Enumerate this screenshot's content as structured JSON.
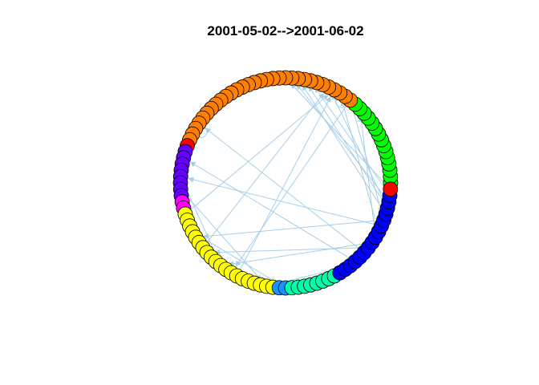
{
  "title": "2001-05-02-->2001-06-02",
  "graph": {
    "layout": "circle",
    "node_count": 104,
    "edge_color": "#a6cee8",
    "groups": [
      {
        "color": "#ff0000",
        "count": 1
      },
      {
        "color": "#0000ff",
        "count": 16
      },
      {
        "color": "#00ffa8",
        "count": 8
      },
      {
        "color": "#1e90ff",
        "count": 2
      },
      {
        "color": "#ffff00",
        "count": 20
      },
      {
        "color": "#ff00ff",
        "count": 2
      },
      {
        "color": "#6600ff",
        "count": 8
      },
      {
        "color": "#ff0000",
        "count": 1
      },
      {
        "color": "#ff7f00",
        "count": 31
      },
      {
        "color": "#00ff00",
        "count": 15
      }
    ],
    "edges": [
      [
        3,
        84
      ],
      [
        0,
        77
      ],
      [
        1,
        81
      ],
      [
        3,
        80
      ],
      [
        4,
        79
      ],
      [
        6,
        52
      ],
      [
        8,
        90
      ],
      [
        9,
        36
      ],
      [
        11,
        61
      ],
      [
        10,
        39
      ],
      [
        25,
        43
      ],
      [
        5,
        42
      ],
      [
        14,
        28
      ],
      [
        13,
        55
      ],
      [
        2,
        78
      ],
      [
        7,
        86
      ],
      [
        52,
        36
      ],
      [
        50,
        28
      ],
      [
        46,
        85
      ],
      [
        40,
        84
      ],
      [
        33,
        85
      ],
      [
        88,
        5
      ],
      [
        88,
        34
      ],
      [
        60,
        60
      ],
      [
        87,
        87
      ]
    ]
  }
}
